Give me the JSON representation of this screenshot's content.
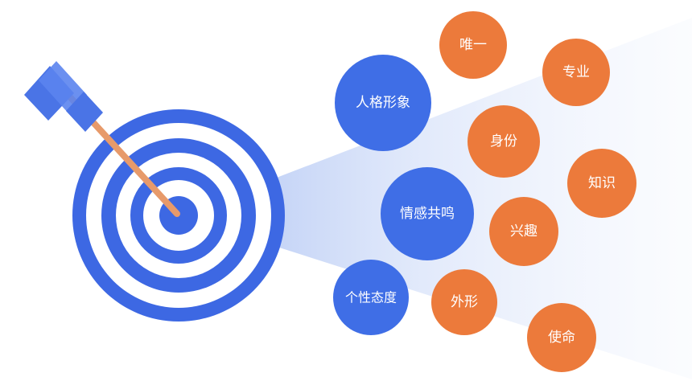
{
  "colors": {
    "blue": "#3f6ee6",
    "target_ring": "#3d68e3",
    "orange": "#ec7a3b",
    "arrow_shaft": "#e79a6a",
    "fletching": "#4a74e6",
    "beam": "#c9d8f7"
  },
  "blue_bubbles": [
    {
      "label": "人格形象"
    },
    {
      "label": "情感共鸣"
    },
    {
      "label": "个性态度"
    }
  ],
  "orange_bubbles": [
    {
      "label": "唯一"
    },
    {
      "label": "专业"
    },
    {
      "label": "身份"
    },
    {
      "label": "知识"
    },
    {
      "label": "兴趣"
    },
    {
      "label": "外形"
    },
    {
      "label": "使命"
    }
  ]
}
